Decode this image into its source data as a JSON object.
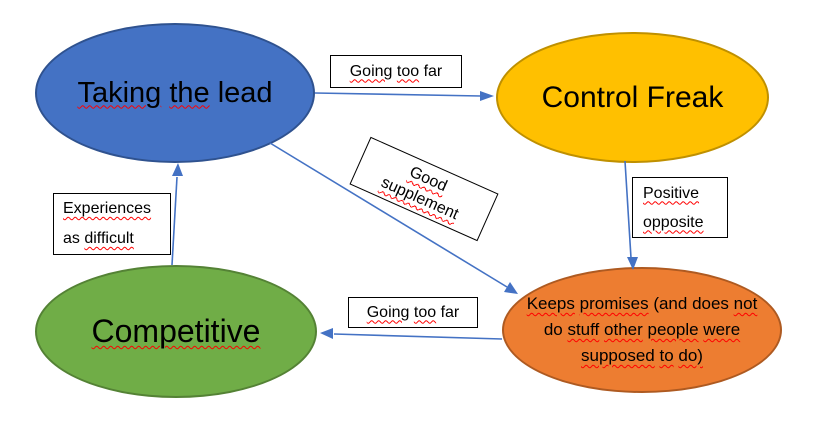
{
  "title": "Strengths and weaknesses concept diagram",
  "colors": {
    "arrow": "#4472C4",
    "blue_fill": "#4472C4",
    "blue_border": "#2F528F",
    "gold_fill": "#FFC000",
    "gold_border": "#BF9000",
    "green_fill": "#70AD47",
    "green_border": "#548235",
    "orange_fill": "#ED7D31",
    "orange_border": "#AE5A21",
    "box_fill": "#FFFFFF",
    "box_border": "#000000",
    "squiggle": "#FF0000",
    "text": "#000000"
  },
  "nodes": {
    "taking_lead": {
      "text": "Taking the lead",
      "lines": [
        [
          {
            "text": "Taking",
            "sq": true
          },
          {
            "text": " ",
            "sq": false
          },
          {
            "text": "the",
            "sq": true
          },
          {
            "text": " lead",
            "sq": false
          }
        ]
      ]
    },
    "control_freak": {
      "text": "Control Freak",
      "lines": [
        [
          {
            "text": "Control Freak",
            "sq": false
          }
        ]
      ]
    },
    "competitive": {
      "text": "Competitive",
      "lines": [
        [
          {
            "text": "Competitive",
            "sq": true
          }
        ]
      ]
    },
    "keeps_promises": {
      "text": "Keeps promises (and does not do stuff other people were supposed to do)",
      "lines": [
        [
          {
            "text": "Keeps",
            "sq": true
          },
          {
            "text": " ",
            "sq": false
          },
          {
            "text": "promises",
            "sq": true
          },
          {
            "text": " (and does ",
            "sq": false
          },
          {
            "text": "not",
            "sq": true
          }
        ],
        [
          {
            "text": "do ",
            "sq": false
          },
          {
            "text": "stuff",
            "sq": true
          },
          {
            "text": " ",
            "sq": false
          },
          {
            "text": "other",
            "sq": true
          },
          {
            "text": " ",
            "sq": false
          },
          {
            "text": "people",
            "sq": true
          },
          {
            "text": " ",
            "sq": false
          },
          {
            "text": "were",
            "sq": true
          }
        ],
        [
          {
            "text": "supposed",
            "sq": true
          },
          {
            "text": " ",
            "sq": false
          },
          {
            "text": "to",
            "sq": true
          },
          {
            "text": " ",
            "sq": false
          },
          {
            "text": "do)",
            "sq": true
          }
        ]
      ]
    }
  },
  "labels": {
    "going_too_far_top": {
      "text": "Going too far",
      "lines": [
        [
          {
            "text": "Going",
            "sq": true
          },
          {
            "text": " ",
            "sq": false
          },
          {
            "text": "too",
            "sq": true
          },
          {
            "text": " far",
            "sq": false
          }
        ]
      ]
    },
    "good_supplement": {
      "text": "Good supplement",
      "lines": [
        [
          {
            "text": "Good",
            "sq": true
          }
        ],
        [
          {
            "text": "supplement",
            "sq": true
          }
        ]
      ]
    },
    "positive_opposite": {
      "text": "Positive opposite",
      "lines": [
        [
          {
            "text": "Positive",
            "sq": true
          }
        ],
        [
          {
            "text": "opposite",
            "sq": true
          }
        ]
      ]
    },
    "experiences_as_difficult": {
      "text": "Experiences as difficult",
      "lines": [
        [
          {
            "text": "Experiences",
            "sq": true
          }
        ],
        [
          {
            "text": "as ",
            "sq": false
          },
          {
            "text": "difficult",
            "sq": true
          }
        ]
      ]
    },
    "going_too_far_bottom": {
      "text": "Going too far",
      "lines": [
        [
          {
            "text": "Going",
            "sq": true
          },
          {
            "text": " ",
            "sq": false
          },
          {
            "text": "too",
            "sq": true
          },
          {
            "text": " far",
            "sq": false
          }
        ]
      ]
    }
  },
  "connectors": [
    {
      "from": "taking_lead",
      "to": "control_freak",
      "label": "Going too far"
    },
    {
      "from": "taking_lead",
      "to": "keeps_promises",
      "label": "Good supplement"
    },
    {
      "from": "control_freak",
      "to": "keeps_promises",
      "label": "Positive opposite"
    },
    {
      "from": "competitive",
      "to": "taking_lead",
      "label": "Experiences as difficult"
    },
    {
      "from": "keeps_promises",
      "to": "competitive",
      "label": "Going too far"
    }
  ]
}
